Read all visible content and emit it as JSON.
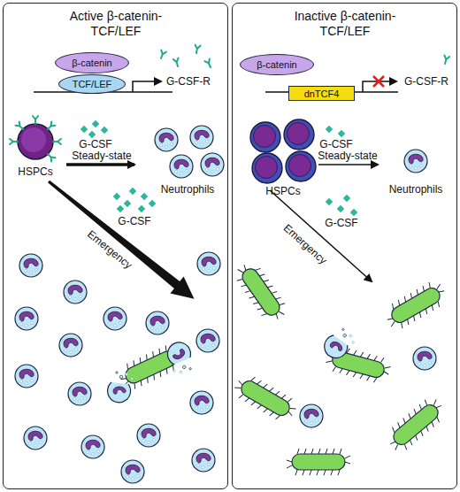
{
  "diagram": {
    "nodes": [
      {
        "text": [
          "Active β-catenin-TCF/LEF"
        ]
      },
      {
        "text": [
          "β-catenin"
        ],
        "in": 0
      },
      {
        "text": [
          "TCF/LEF"
        ],
        "in": 0
      },
      {
        "text": [
          "Inactive β-catenin-TCF/LEF"
        ]
      },
      {
        "text": [
          "β-catenin"
        ],
        "in": 3
      },
      {
        "text": [
          "dnTCF4"
        ],
        "in": 3
      }
    ],
    "labels": [
      "G-CSF-R",
      "HSPCs",
      "G-CSF",
      "Steady-state",
      "Neutrophils",
      "G-CSF",
      "Emergency",
      "G-CSF-R",
      "HSPCs",
      "G-CSF",
      "Steady-state",
      "Neutrophils",
      "G-CSF",
      "Emergency"
    ]
  }
}
